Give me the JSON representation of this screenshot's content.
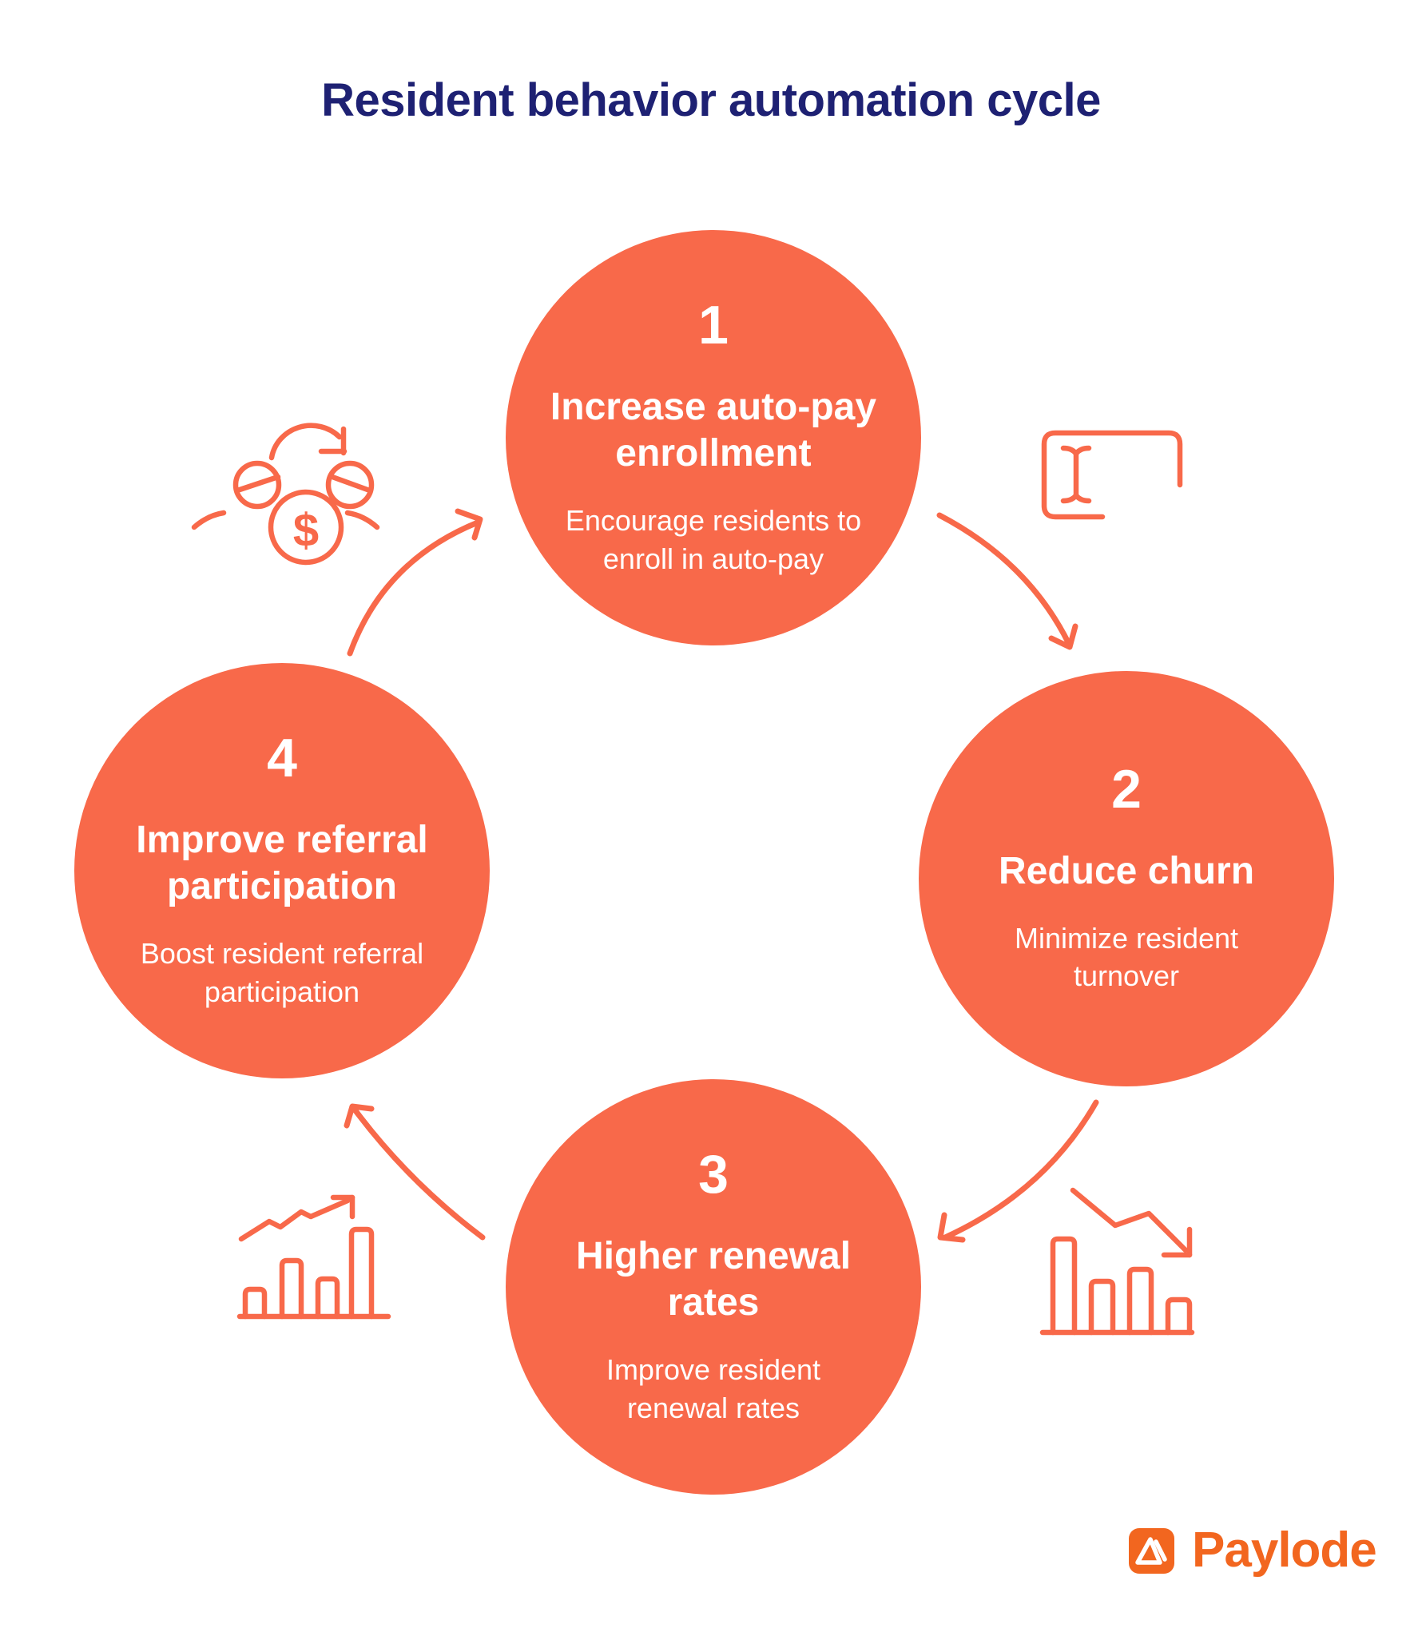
{
  "title": "Resident behavior automation cycle",
  "colors": {
    "accent": "#F8694A",
    "title_text": "#1E2173",
    "circle_text": "#FFFFFF",
    "logo_orange": "#F2661F",
    "background": "#FFFFFF"
  },
  "steps": [
    {
      "number": "1",
      "title": "Increase auto-pay\nenrollment",
      "description": "Encourage residents to\nenroll in auto-pay"
    },
    {
      "number": "2",
      "title": "Reduce churn",
      "description": "Minimize resident\nturnover"
    },
    {
      "number": "3",
      "title": "Higher renewal\nrates",
      "description": "Improve resident\nrenewal rates"
    },
    {
      "number": "4",
      "title": "Improve referral\nparticipation",
      "description": "Boost resident referral\nparticipation"
    }
  ],
  "icons": {
    "top_left": "recurring-payment-clock-icon",
    "top_right": "text-cursor-field-icon",
    "bottom_right": "declining-bar-chart-icon",
    "bottom_left": "rising-bar-chart-icon",
    "dollar_glyph": "$"
  },
  "logo": {
    "name": "Paylode",
    "icon": "paylode-triangle-logo"
  }
}
